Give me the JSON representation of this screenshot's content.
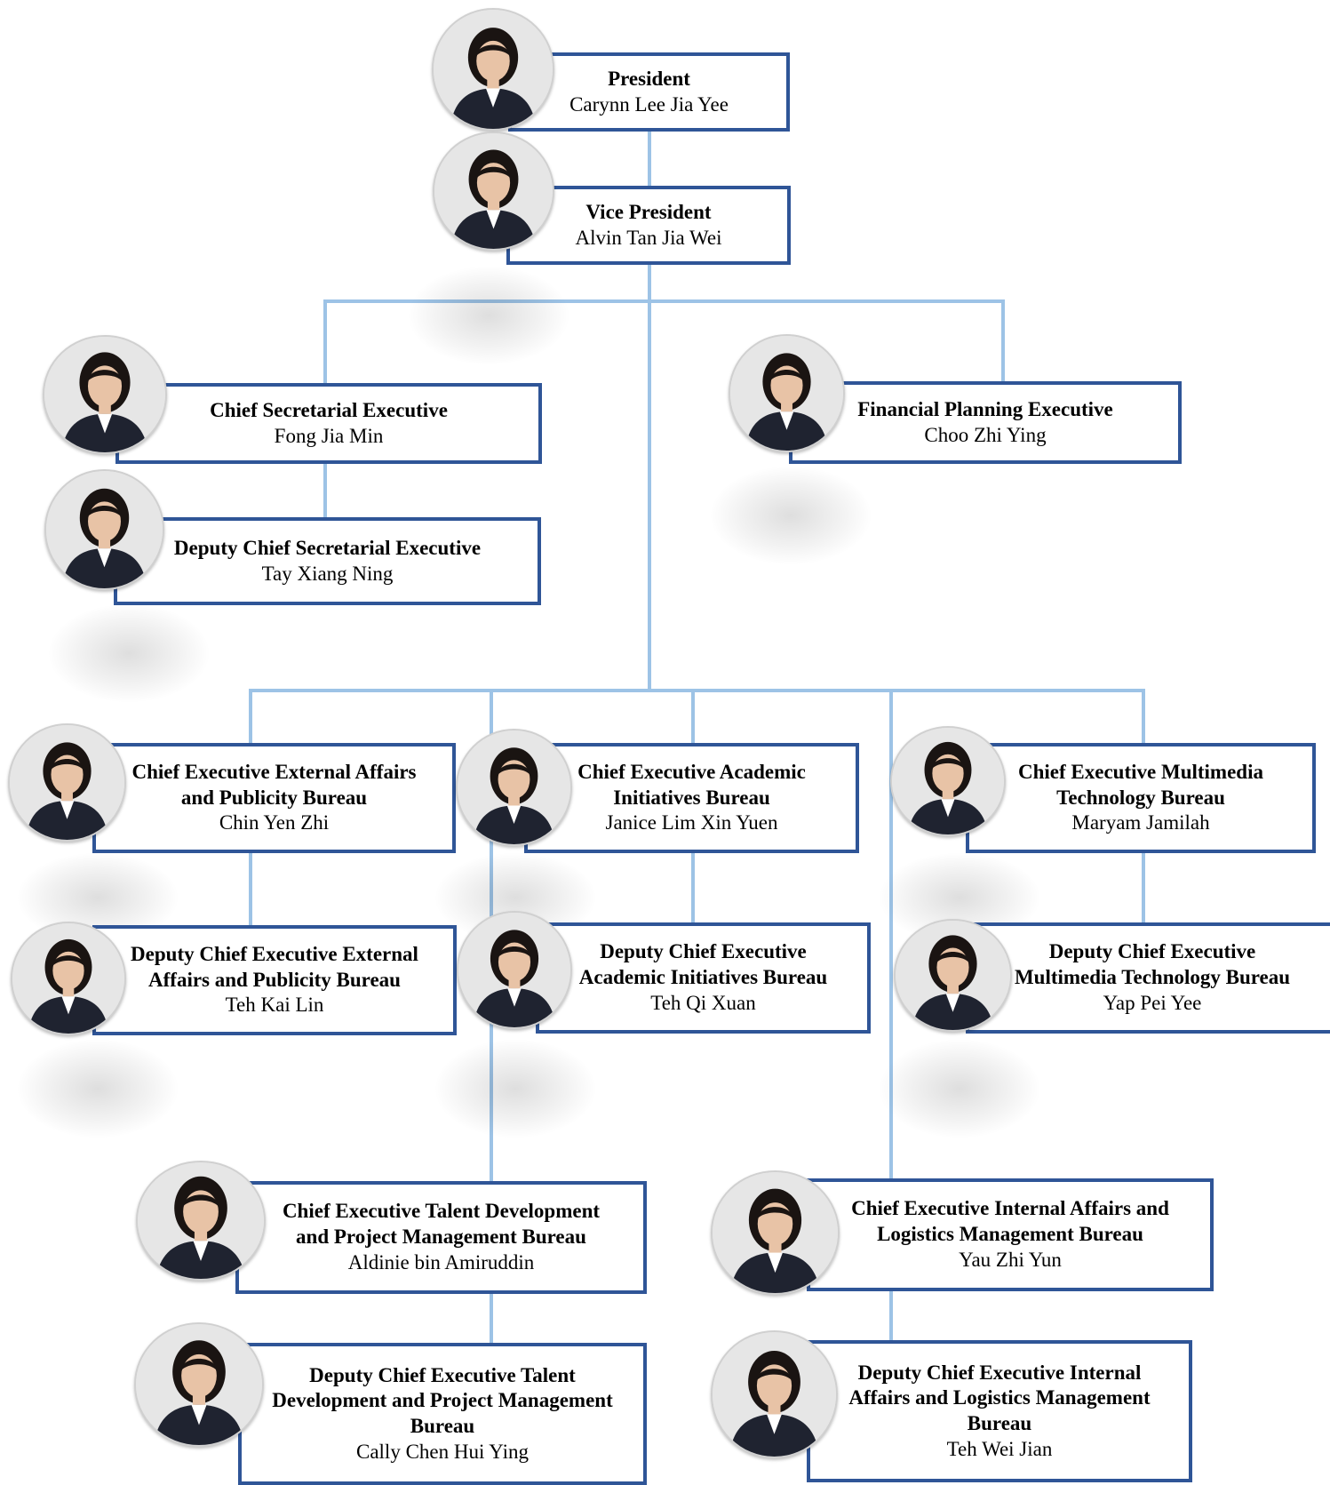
{
  "colors": {
    "card_border": "#2f5597",
    "connector": "#9dc3e6",
    "photo_bg": "#e6e6e6",
    "suit": "#1f2330",
    "skin": "#e8c3a6",
    "hair": "#1a1412"
  },
  "photo_icon": "person-portrait-icon",
  "org": {
    "president": {
      "title": "President",
      "name": "Carynn Lee Jia Yee"
    },
    "vice_president": {
      "title": "Vice President",
      "name": "Alvin Tan Jia Wei"
    },
    "chief_secretarial": {
      "title": "Chief Secretarial Executive",
      "name": "Fong Jia Min"
    },
    "deputy_secretarial": {
      "title": "Deputy Chief Secretarial Executive",
      "name": "Tay Xiang Ning"
    },
    "financial_planning": {
      "title": "Financial Planning Executive",
      "name": "Choo Zhi Ying"
    },
    "external_affairs": {
      "title": "Chief Executive External Affairs\nand Publicity Bureau",
      "name": "Chin Yen Zhi"
    },
    "deputy_external_affairs": {
      "title": "Deputy Chief Executive External\nAffairs and Publicity Bureau",
      "name": "Teh Kai Lin"
    },
    "academic": {
      "title": "Chief Executive Academic\nInitiatives Bureau",
      "name": "Janice Lim Xin Yuen"
    },
    "deputy_academic": {
      "title": "Deputy Chief Executive\nAcademic Initiatives Bureau",
      "name": "Teh Qi Xuan"
    },
    "multimedia": {
      "title": "Chief Executive Multimedia\nTechnology Bureau",
      "name": "Maryam Jamilah"
    },
    "deputy_multimedia": {
      "title": "Deputy Chief Executive\nMultimedia Technology Bureau",
      "name": "Yap Pei Yee"
    },
    "talent": {
      "title": "Chief Executive Talent Development\nand Project Management Bureau",
      "name": "Aldinie bin Amiruddin"
    },
    "deputy_talent": {
      "title": "Deputy Chief Executive Talent\nDevelopment and Project Management\nBureau",
      "name": "Cally Chen Hui Ying"
    },
    "internal_affairs": {
      "title": "Chief Executive Internal Affairs and\nLogistics Management  Bureau",
      "name": "Yau Zhi Yun"
    },
    "deputy_internal_affairs": {
      "title": "Deputy Chief Executive Internal\nAffairs and Logistics Management\nBureau",
      "name": "Teh Wei Jian"
    }
  }
}
